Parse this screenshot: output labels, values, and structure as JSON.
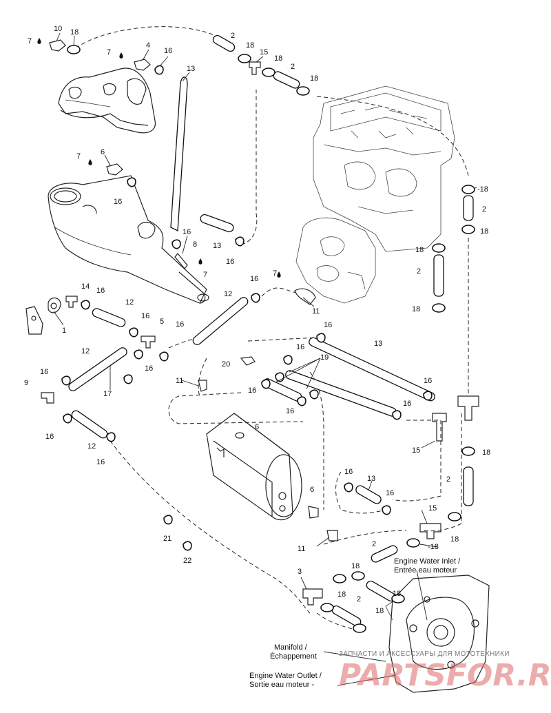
{
  "callouts": {
    "n1": "1",
    "n2a": "2",
    "n2b": "2",
    "n2c": "2",
    "n2d": "2",
    "n2e": "2",
    "n2f": "2",
    "n2g": "2",
    "n3": "3",
    "n4": "4",
    "n5": "5",
    "n6a": "6",
    "n6b": "6",
    "n6c": "6",
    "n7a": "7",
    "n7b": "7",
    "n7c": "7",
    "n7d": "7",
    "n7e": "7",
    "n8": "8",
    "n9": "9",
    "n10": "10",
    "n11a": "11",
    "n11b": "11",
    "n11c": "11",
    "n12a": "12",
    "n12b": "12",
    "n12c": "12",
    "n12d": "12",
    "n13a": "13",
    "n13b": "13",
    "n13c": "13",
    "n13d": "13",
    "n14": "14",
    "n15a": "15",
    "n15b": "15",
    "n15c": "15",
    "n16": "16",
    "n17": "17",
    "n18": "18",
    "n19": "19",
    "n20": "20",
    "n21": "21",
    "n22": "22"
  },
  "labels": {
    "engine_water_inlet_en": "Engine Water Inlet /",
    "engine_water_inlet_fr": "Entrée eau moteur",
    "manifold_en": "Manifold /",
    "manifold_fr": "Échappement",
    "engine_water_outlet_en": "Engine Water Outlet /",
    "engine_water_outlet_fr": "Sortie eau moteur -"
  },
  "watermark": {
    "line1": "ЗАПЧАСТИ И АКСЕССУАРЫ ДЛЯ МОТОТЕХНИКИ",
    "line2": "PARTSFOR.RU"
  }
}
